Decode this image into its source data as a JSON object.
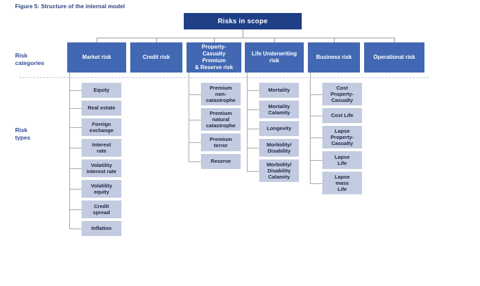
{
  "figure": {
    "title": "Figure 5: Structure of the internal model"
  },
  "row_labels": {
    "categories": "Risk\ncategories",
    "types": "Risk\ntypes"
  },
  "colors": {
    "root_box": "#1f3f87",
    "category_box": "#4268b3",
    "leaf_box": "#c2cbe0",
    "label_text": "#33499b",
    "title_text": "#2a3f7e",
    "connector": "#9a9a9a",
    "divider": "#b9c4dc"
  },
  "root": {
    "label": "Risks in scope"
  },
  "categories": [
    {
      "id": "market-risk",
      "label": "Market risk",
      "types": [
        "Equity",
        "Real estate",
        "Foreign\nexchange",
        "Interest\nrate",
        "Volatility\ninterest rate",
        "Volatility\nequity",
        "Credit\nspread",
        "Inflation"
      ]
    },
    {
      "id": "credit-risk",
      "label": "Credit risk",
      "types": []
    },
    {
      "id": "property-casualty-premium-reserve-risk",
      "label": "Property-\nCasualty\nPremium\n& Reserve risk",
      "types": [
        "Premium\nnon-\ncatastrophe",
        "Premium\nnatural\ncatastrophe",
        "Premium\nterror",
        "Reserve"
      ]
    },
    {
      "id": "life-underwriting-risk",
      "label": "Life Underwriting\nrisk",
      "types": [
        "Mortality",
        "Mortality\nCalamity",
        "Longevity",
        "Morbidity/\nDisability",
        "Morbidity/\nDisability\nCalamity"
      ]
    },
    {
      "id": "business-risk",
      "label": "Business risk",
      "types": [
        "Cost\nProperty-\nCasualty",
        "Cost Life",
        "Lapse\nProperty-\nCasualty",
        "Lapse\nLife",
        "Lapse\nmass\nLife"
      ]
    },
    {
      "id": "operational-risk",
      "label": "Operational risk",
      "types": []
    }
  ]
}
